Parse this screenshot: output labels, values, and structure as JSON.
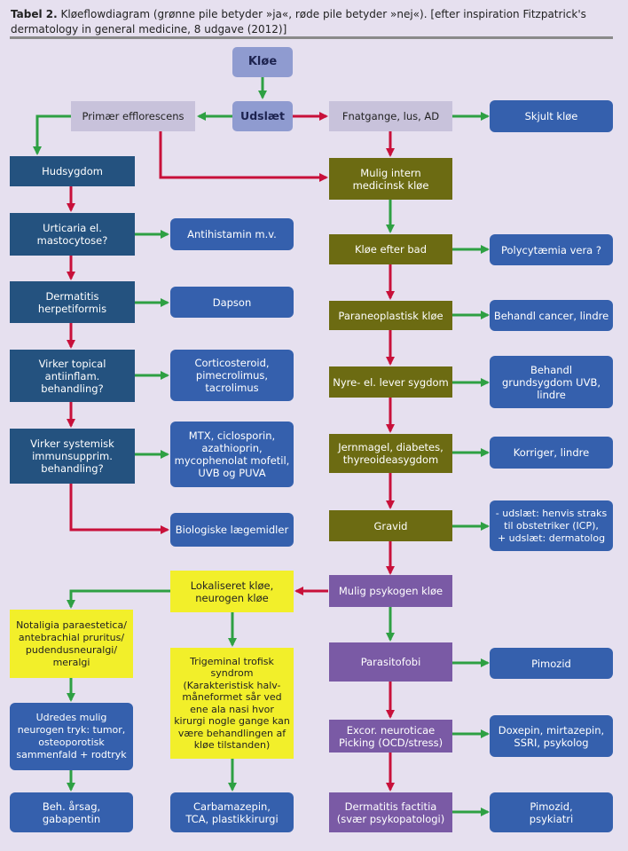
{
  "caption": {
    "label": "Tabel 2.",
    "text": "Kløeflowdiagram (grønne pile betyder »ja«, røde pile betyder »nej«). [efter inspiration Fitzpatrick's dermatology in general medicine, 8 udgave (2012)]"
  },
  "colors": {
    "green": "#2ea043",
    "red": "#c8103a",
    "navy": "#24527f",
    "blue": "#3560ad",
    "olive": "#6c6b12",
    "purple": "#7a5aa5",
    "yellow": "#f2ef2a",
    "lavender": "#c8c2db"
  },
  "nodes": {
    "kloe": "Kløe",
    "udslaet": "Udslæt",
    "primaer": "Primær efflorescens",
    "fnatgange": "Fnatgange, lus, AD",
    "skjult": "Skjult kløe",
    "hudsygdom": "Hudsygdom",
    "mulig_intern": "Mulig intern\nmedicinsk kløe",
    "urticaria": "Urticaria el.\nmastocytose?",
    "antihistamin": "Antihistamin m.v.",
    "kloe_bad": "Kløe efter bad",
    "polycyt": "Polycytæmia vera ?",
    "dermatitis_herp": "Dermatitis\nherpetiformis",
    "dapson": "Dapson",
    "paraneo": "Paraneoplastisk kløe",
    "behandl_cancer": "Behandl cancer, lindre",
    "topical": "Virker topical\nantiinflam.\nbehandling?",
    "cortico": "Corticosteroid,\npimecrolimus,\ntacrolimus",
    "nyre": "Nyre- el. lever sygdom",
    "grundsygdom": "Behandl\ngrundsygdom UVB,\nlindre",
    "systemisk": "Virker systemisk\nimmunsupprim.\nbehandling?",
    "mtx": "MTX, ciclosporin,\nazathioprin,\nmycophenolat mofetil,\nUVB og PUVA",
    "jernmagel": "Jernmagel, diabetes,\nthyreoideasygdom",
    "korriger": "Korriger, lindre",
    "biologiske": "Biologiske lægemidler",
    "gravid": "Gravid",
    "udslaet_henvis": "- udslæt: henvis straks\ntil obstetriker (ICP),\n+ udslæt: dermatolog",
    "lokaliseret": "Lokaliseret kløe,\nneurogen kløe",
    "psykogen": "Mulig psykogen kløe",
    "notalgia": "Notaligia paraestetica/\nantebrachial pruritus/\npudendusneuralgi/\nmeralgi",
    "trigeminal": "Trigeminal trofisk\nsyndrom\n(Karakteristisk halv-\nmåneformet sår ved\nene ala nasi hvor\nkirurgi nogle gange kan\nvære behandlingen af\nkløe tilstanden)",
    "parasitofobi": "Parasitofobi",
    "pimozid": "Pimozid",
    "udredes": "Udredes mulig\nneurogen tryk: tumor,\nosteoporotisk\nsammenfald + rodtryk",
    "excor": "Excor. neuroticae\nPicking (OCD/stress)",
    "doxepin": "Doxepin, mirtazepin,\nSSRI, psykolog",
    "beh_aarsag": "Beh. årsag,\ngabapentin",
    "carbamazepin": "Carbamazepin,\nTCA, plastikkirurgi",
    "factitia": "Dermatitis factitia\n(svær psykopatologi)",
    "pimozid_psyk": "Pimozid,\npsykiatri"
  }
}
